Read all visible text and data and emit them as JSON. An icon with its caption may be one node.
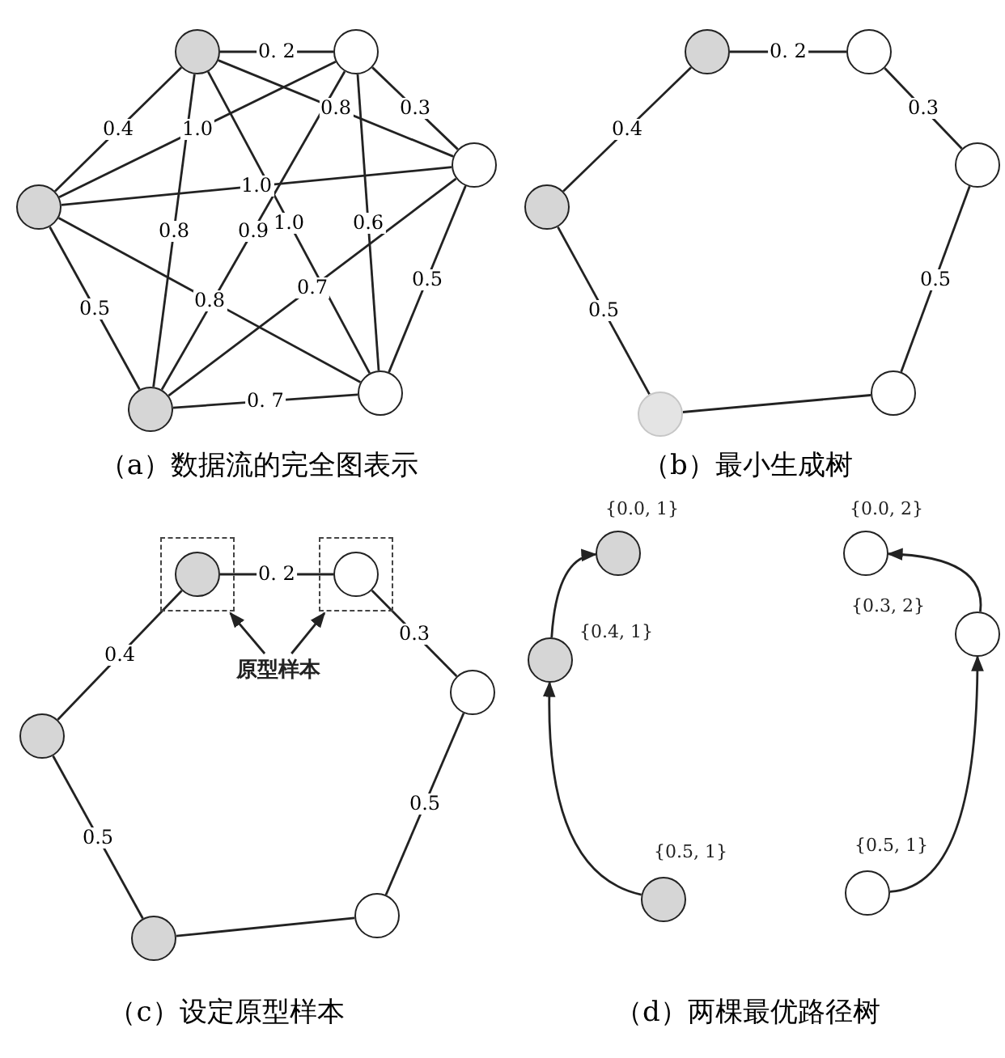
{
  "diagram": {
    "nodes": [
      {
        "text": [],
        "shape": "circle"
      },
      {
        "text": [],
        "shape": "circle"
      },
      {
        "text": [],
        "shape": "circle"
      },
      {
        "text": [],
        "shape": "circle"
      },
      {
        "text": [],
        "shape": "circle"
      },
      {
        "text": [],
        "shape": "circle"
      },
      {
        "text": [],
        "shape": "circle"
      },
      {
        "text": [],
        "shape": "circle"
      },
      {
        "text": [],
        "shape": "circle"
      },
      {
        "text": [],
        "shape": "circle"
      },
      {
        "text": [],
        "shape": "circle"
      },
      {
        "text": [],
        "shape": "circle"
      },
      {
        "text": [],
        "shape": "box"
      },
      {
        "text": [],
        "shape": "circle",
        "in": 12
      },
      {
        "text": [],
        "shape": "box"
      },
      {
        "text": [],
        "shape": "circle",
        "in": 14
      },
      {
        "text": [],
        "shape": "circle"
      },
      {
        "text": [],
        "shape": "circle"
      },
      {
        "text": [],
        "shape": "circle"
      },
      {
        "text": [],
        "shape": "circle"
      },
      {
        "text": [
          "原型样本"
        ]
      },
      {
        "text": [],
        "shape": "circle",
        "beside": [
          "{0.0, 1}"
        ]
      },
      {
        "text": [],
        "shape": "circle",
        "beside": [
          "{0.4, 1}"
        ]
      },
      {
        "text": [],
        "shape": "circle",
        "beside": [
          "{0.5, 1}"
        ]
      },
      {
        "text": [],
        "shape": "circle",
        "beside": [
          "{0.0, 2}"
        ]
      },
      {
        "text": [],
        "shape": "circle",
        "beside": [
          "{0.3, 2}"
        ]
      },
      {
        "text": [],
        "shape": "circle",
        "beside": [
          "{0.5, 1}"
        ]
      }
    ],
    "edges": [
      {
        "from": 0,
        "to": 1,
        "arrow": "none",
        "label": "0. 2"
      },
      {
        "from": 0,
        "to": 5,
        "arrow": "none",
        "label": "0.4"
      },
      {
        "from": 1,
        "to": 2,
        "arrow": "none",
        "label": "0.3"
      },
      {
        "from": 2,
        "to": 3,
        "arrow": "none",
        "label": "0.5"
      },
      {
        "from": 3,
        "to": 4,
        "arrow": "none",
        "label": "0. 7"
      },
      {
        "from": 4,
        "to": 5,
        "arrow": "none",
        "label": "0.5"
      },
      {
        "from": 5,
        "to": 2,
        "arrow": "none",
        "label": "1.0"
      },
      {
        "from": 0,
        "to": 2,
        "arrow": "none",
        "label": "0.8"
      },
      {
        "from": 1,
        "to": 5,
        "arrow": "none",
        "label": "1.0"
      },
      {
        "from": 0,
        "to": 4,
        "arrow": "none",
        "label": "0.8"
      },
      {
        "from": 1,
        "to": 4,
        "arrow": "none",
        "label": "0.9"
      },
      {
        "from": 0,
        "to": 3,
        "arrow": "none",
        "label": "1.0"
      },
      {
        "from": 1,
        "to": 3,
        "arrow": "none",
        "label": "0.6"
      },
      {
        "from": 2,
        "to": 4,
        "arrow": "none",
        "label": "0.7"
      },
      {
        "from": 5,
        "to": 3,
        "arrow": "none",
        "label": "0.8"
      },
      {
        "from": 6,
        "to": 7,
        "arrow": "none",
        "label": "0. 2"
      },
      {
        "from": 7,
        "to": 8,
        "arrow": "none",
        "label": "0.3"
      },
      {
        "from": 8,
        "to": 9,
        "arrow": "none",
        "label": "0.5"
      },
      {
        "from": 6,
        "to": 11,
        "arrow": "none",
        "label": "0.4"
      },
      {
        "from": 11,
        "to": 10,
        "arrow": "none",
        "label": "0.5"
      },
      {
        "from": 10,
        "to": 9,
        "arrow": "none"
      },
      {
        "from": 13,
        "to": 15,
        "arrow": "none",
        "label": "0. 2"
      },
      {
        "from": 13,
        "to": 19,
        "arrow": "none",
        "label": "0.4"
      },
      {
        "from": 15,
        "to": 16,
        "arrow": "none",
        "label": "0.3"
      },
      {
        "from": 16,
        "to": 17,
        "arrow": "none",
        "label": "0.5"
      },
      {
        "from": 19,
        "to": 18,
        "arrow": "none",
        "label": "0.5"
      },
      {
        "from": 18,
        "to": 17,
        "arrow": "none"
      },
      {
        "from": 20,
        "to": 12,
        "arrow": "to"
      },
      {
        "from": 20,
        "to": 14,
        "arrow": "to"
      },
      {
        "from": 23,
        "to": 22,
        "arrow": "to"
      },
      {
        "from": 22,
        "to": 21,
        "arrow": "to"
      },
      {
        "from": 26,
        "to": 25,
        "arrow": "to"
      },
      {
        "from": 25,
        "to": 24,
        "arrow": "to"
      }
    ],
    "labels": [
      "（a）数据流的完全图表示",
      "（b）最小生成树",
      "（c）设定原型样本",
      "（d）两棵最优路径树"
    ]
  }
}
